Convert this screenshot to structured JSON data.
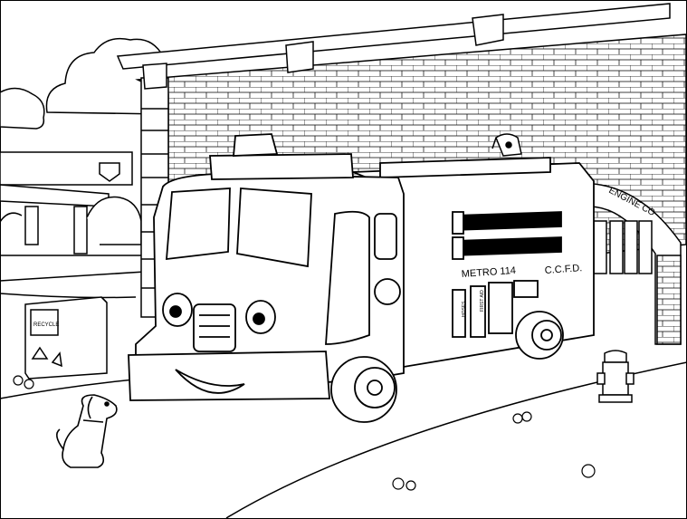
{
  "scene": {
    "bin_label": "RECYCLE",
    "truck_side_text": "C.C.F.D.",
    "truck_unit_text": "METRO 114",
    "compartment_label": "HOSES",
    "first_aid_label": "FIRST AID",
    "station_sign": "ENGINE CO"
  },
  "colors": {
    "ink": "#000000",
    "paper": "#ffffff"
  }
}
